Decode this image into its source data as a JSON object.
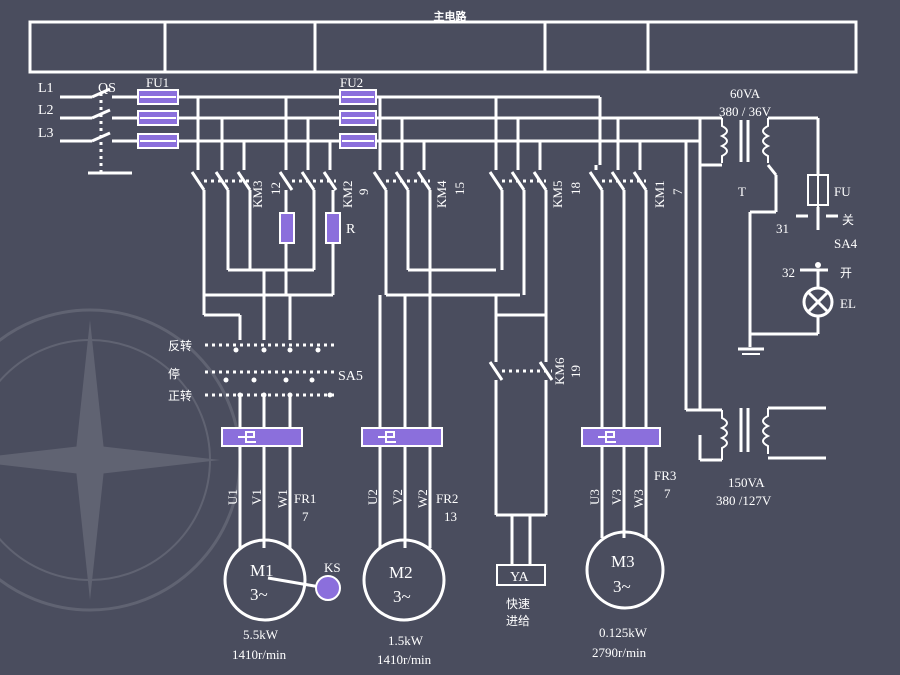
{
  "title": "主电路",
  "labels": {
    "l1": "L1",
    "l2": "L2",
    "l3": "L3",
    "qs": "QS",
    "fu1": "FU1",
    "fu2": "FU2",
    "km3": "KM3",
    "km3_n": "12",
    "km2": "KM2",
    "km2_n": "9",
    "km4": "KM4",
    "km4_n": "15",
    "km5": "KM5",
    "km5_n": "18",
    "km1": "KM1",
    "km1_n": "7",
    "km6": "KM6",
    "km6_n": "19",
    "r": "R",
    "fanzhuan": "反转",
    "ting": "停",
    "zhengzhuan": "正转",
    "sa5": "SA5",
    "u1": "U1",
    "v1": "V1",
    "w1": "W1",
    "fr1": "FR1",
    "fr1_n": "7",
    "u2": "U2",
    "v2": "V2",
    "w2": "W2",
    "fr2": "FR2",
    "fr2_n": "13",
    "u3": "U3",
    "v3": "V3",
    "w3": "W3",
    "fr3": "FR3",
    "fr3_n": "7",
    "m1": "M1",
    "m1_phase": "3~",
    "ks": "KS",
    "m2": "M2",
    "m2_phase": "3~",
    "m3": "M3",
    "m3_phase": "3~",
    "ya": "YA",
    "ya_desc1": "快速",
    "ya_desc2": "进给",
    "m1_power": "5.5kW",
    "m1_speed": "1410r/min",
    "m2_power": "1.5kW",
    "m2_speed": "1410r/min",
    "m3_power": "0.125kW",
    "m3_speed": "2790r/min",
    "t1_rating": "60VA",
    "t1_ratio": "380 / 36V",
    "t": "T",
    "fu": "FU",
    "n31": "31",
    "guan": "关",
    "sa4": "SA4",
    "n32": "32",
    "kai": "开",
    "el": "EL",
    "t2_rating": "150VA",
    "t2_ratio": "380 /127V"
  },
  "colors": {
    "background": "#4a4d5e",
    "wire": "#ffffff",
    "component": "#8b6fdc"
  }
}
